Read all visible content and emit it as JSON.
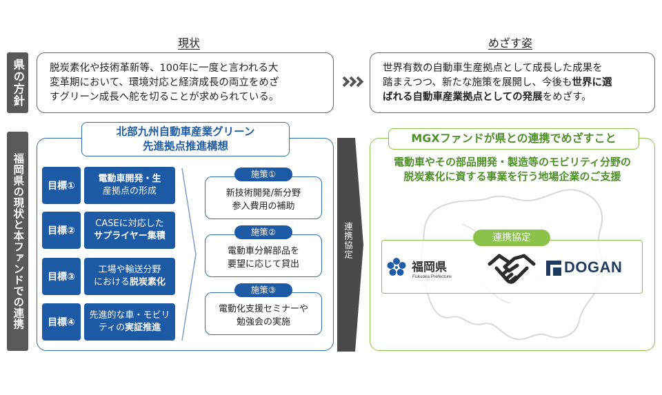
{
  "headers": {
    "current": "現状",
    "goal": "めざす姿"
  },
  "side_labels": {
    "prefecture_policy": "県の方針",
    "prefecture_status": "福岡県の現状と本ファンドでの連携"
  },
  "policy_row": {
    "current_lines": [
      "脱炭素化や技術革新等、100年に一度と言われる大",
      "変革期において、環境対応と経済成長の両立をめざ",
      "すグリーン成長へ舵を切ることが求められている。"
    ],
    "goal_line1": "世界有数の自動車生産拠点として成長した成果を",
    "goal_line2_normal": "踏まえつつ、新たな施策を展開し、今後も",
    "goal_line2_bold": "世界に選",
    "goal_line3_bold": "ばれる自動車産業拠点としての発展",
    "goal_line3_normal": "をめざす。"
  },
  "initiative": {
    "title_line1": "北部九州自動車産業グリーン",
    "title_line2": "先進拠点推進構想",
    "goals": [
      {
        "label": "目標①",
        "line1": "電動車開発・生",
        "line2": "産拠点の形成",
        "line2_bold": ""
      },
      {
        "label": "目標②",
        "line1": "CASEに対応した",
        "line2": "",
        "line2_bold": "サプライヤー集積"
      },
      {
        "label": "目標③",
        "line1": "工場や輸送分野",
        "line2": "における",
        "line2_bold": "脱炭素化"
      },
      {
        "label": "目標④",
        "line1": "先進的な車・モビリ",
        "line2": "ティの",
        "line2_bold": "実証推進"
      }
    ],
    "policies": [
      {
        "label": "施策①",
        "line1": "新技術開発/新分野",
        "line2": "参入費用の補助"
      },
      {
        "label": "施策②",
        "line1": "電動車分解部品を",
        "line2": "要望に応じて貸出"
      },
      {
        "label": "施策③",
        "line1": "電動化支援セミナーや",
        "line2": "勉強会の実施"
      }
    ]
  },
  "arrow_label": "連携協定",
  "fund": {
    "title": "MGXファンドが県との連携でめざすこと",
    "line1": "電動車やその部品開発・製造等のモビリティ分野の",
    "line2": "脱炭素化に資する事業を行う地場企業のご支援",
    "partnership_label": "連携協定",
    "fukuoka_logo_text": "福岡県",
    "fukuoka_logo_sub": "Fukuoka Prefecture",
    "dogan_logo_text": "DOGAN"
  },
  "colors": {
    "blue": "#1d5aa5",
    "green": "#8bc34a",
    "green_text": "#4e8f2a",
    "gray": "#595959"
  }
}
